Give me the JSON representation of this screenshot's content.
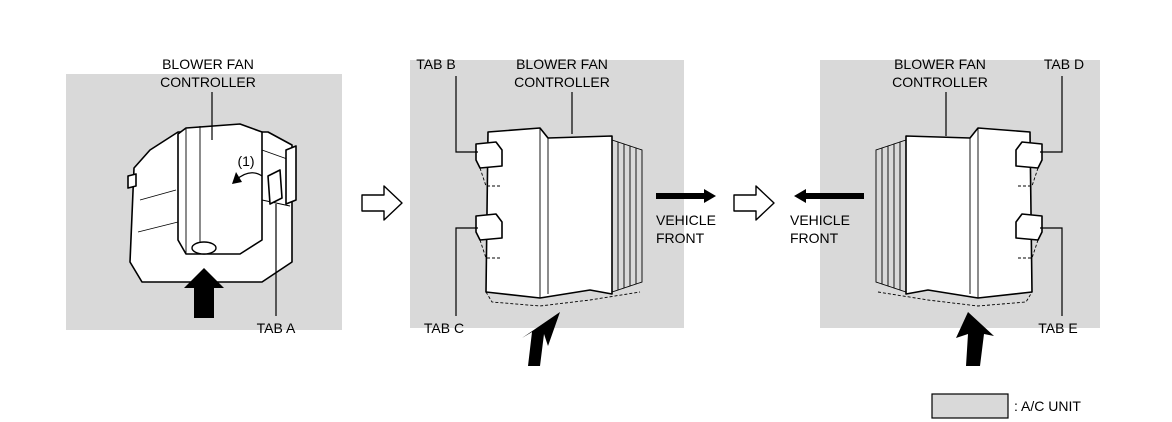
{
  "panels": [
    {
      "title_line1": "BLOWER FAN",
      "title_line2": "CONTROLLER",
      "step": "(1)",
      "tab": "TAB A"
    },
    {
      "title_line1": "BLOWER FAN",
      "title_line2": "CONTROLLER",
      "tab_top": "TAB B",
      "tab_bottom": "TAB C",
      "direction_line1": "VEHICLE",
      "direction_line2": "FRONT"
    },
    {
      "title_line1": "BLOWER FAN",
      "title_line2": "CONTROLLER",
      "tab_top": "TAB D",
      "tab_bottom": "TAB E",
      "direction_line1": "VEHICLE",
      "direction_line2": "FRONT"
    }
  ],
  "legend": {
    "label": ": A/C UNIT",
    "swatch_color": "#d9d9d9"
  }
}
